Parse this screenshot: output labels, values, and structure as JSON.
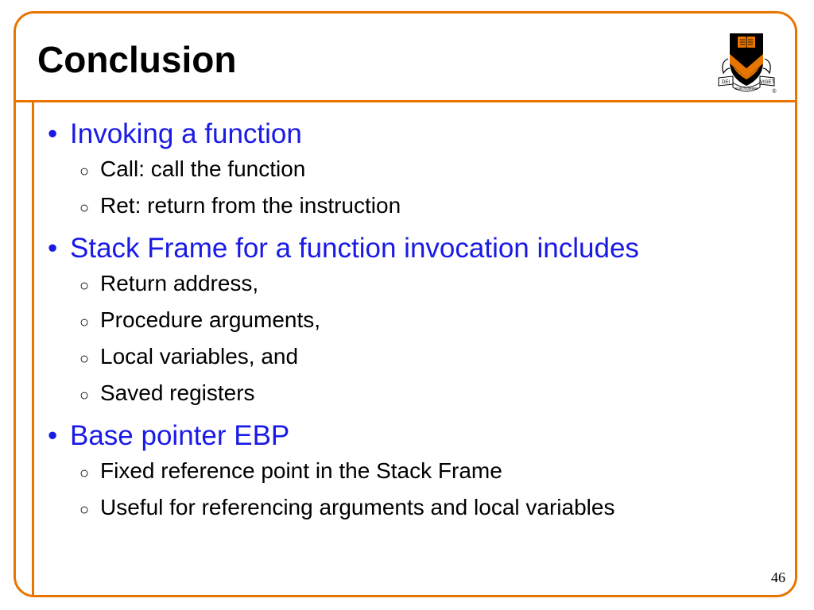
{
  "slide": {
    "title": "Conclusion",
    "page_number": "46"
  },
  "logo": {
    "icon": "princeton-shield-icon",
    "motto_left": "DEI",
    "motto_center": "SUB NUMINE",
    "motto_right": "VIGET",
    "registered_mark": "®"
  },
  "colors": {
    "accent": "#E77500",
    "bullet_text": "#1A1AE6",
    "sub_text": "#000000"
  },
  "bullets": [
    {
      "text": "Invoking a function",
      "subs": [
        "Call: call the function",
        "Ret: return from the instruction"
      ]
    },
    {
      "text": "Stack Frame for a function invocation includes",
      "subs": [
        "Return address,",
        "Procedure arguments,",
        "Local variables, and",
        "Saved registers"
      ]
    },
    {
      "text": "Base pointer EBP",
      "subs": [
        "Fixed reference point in the Stack Frame",
        "Useful for referencing arguments and local variables"
      ]
    }
  ]
}
